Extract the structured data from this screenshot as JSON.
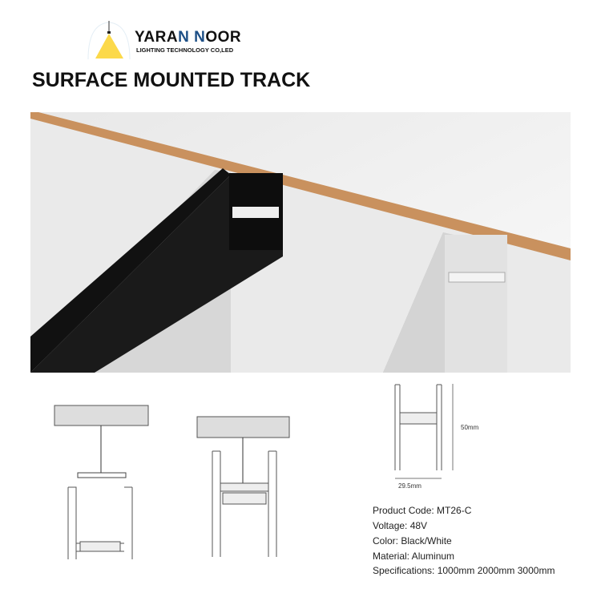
{
  "brand": {
    "name_part1": "YARA",
    "name_part2": "N N",
    "name_part3": "OOR",
    "subtitle": "LIGHTING TECHNOLOGY CO,LED",
    "accent": "#1d4f86",
    "lamp_color": "#fcd94a"
  },
  "title": "SURFACE MOUNTED TRACK",
  "dimensions": {
    "height": "50mm",
    "width": "29.5mm"
  },
  "specs": [
    "Product Code:  MT26-C",
    "Voltage:  48V",
    "Color:  Black/White",
    "Material:  Aluminum",
    "Specifications:  1000mm  2000mm  3000mm"
  ]
}
